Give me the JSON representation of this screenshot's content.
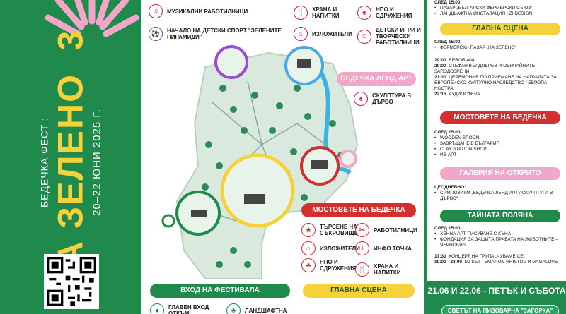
{
  "left": {
    "subtitle": "БЕДЕЧКА ФЕСТ :",
    "title": "НА ЗЕЛЕНО",
    "edition": "3",
    "dates": "20–22 ЮНИ 2025 Г."
  },
  "legend_top": [
    {
      "icon": "music-icon",
      "label": "МУЗИКАЛНИ  РАБОТИЛНИЦИ"
    },
    {
      "icon": "food-icon",
      "label": "ХРАНА И НАПИТКИ"
    },
    {
      "icon": "ngo-icon",
      "label": "НПО И СДРУЖЕНИЯ"
    },
    {
      "icon": "sport-icon",
      "label": "НАЧАЛО НА ДЕТСКИ СПОРТ \"ЗЕЛЕНИТЕ ПИРАМИДИ\""
    },
    {
      "icon": "exhibitor-icon",
      "label": "ИЗЛОЖИТЕЛИ"
    },
    {
      "icon": "kids-icon",
      "label": "ДЕТСКИ ИГРИ И ТВОРЧЕСКИ РАБОТИЛНИЦИ"
    }
  ],
  "map": {
    "landart_label": "БЕДЕЧКА ЛЕНД АРТ",
    "sculpture_label": "СКУЛПТУРА В ДЪРВО",
    "bridges_label": "МОСТОВЕТЕ НА БЕДЕЧКА",
    "bridges_items": [
      "ТЪРСЕНЕ НА СЪКРОВИЩЕ",
      "РАБОТИЛНИЦИ",
      "ИЗЛОЖИТЕЛИ",
      "ИНФО ТОЧКА",
      "НПО И СДРУЖЕНИЯ",
      "ХРАНА И НАПИТКИ"
    ]
  },
  "bottom": {
    "entrance_label": "ВХОД НА ФЕСТИВАЛА",
    "main_stage_label": "ГЛАВНА СЦЕНА",
    "entrance_item_1": "ГЛАВЕН ВХОД ОТКЪМ",
    "entrance_item_2": "ЛАНДШАФТНА"
  },
  "schedule": {
    "top_time": "СЛЕД 15:00",
    "top_items": [
      "ПАЗАР „БЪЛГАРСКИ ФЕРМЕРСКИ СЪЮЗ“",
      "ЛАНДШАФТНА ИНСТАЛАЦИЯ - ZI DESIGN"
    ],
    "main_stage": "ГЛАВНА СЦЕНА",
    "ms_after": "СЛЕД 15:00",
    "ms_items": [
      "ФЕРМЕРСКИ ПАЗАР „НА ЗЕЛЕНО“"
    ],
    "ms_times": [
      {
        "t": "19:00",
        "e": "ERROR 404"
      },
      {
        "t": "20:00",
        "e": "СТЕФАН ВЪЛДОБРЕВ И ОБИЧАЙНИТЕ ЗАПОДОЗРЕНИ"
      },
      {
        "t": "21:30",
        "e": "ЦЕРЕМОНИЯ ПО ПРИЕМАНЕ НА НАГРАДАТА ЗА ЕВРОПЕЙСКО КУЛТУРНО НАСЛЕДСТВО / ЕВРОПА НОСТРА"
      },
      {
        "t": "22:15",
        "e": "АУДИОСФЕРА"
      }
    ],
    "bridges": "МОСТОВЕТЕ НА БЕДЕЧКА",
    "br_after": "СЛЕД 15:00",
    "br_items": [
      "WOODEN SPOON",
      "ЗАВРЪЩАНЕ В БЪЛГАРИЯ",
      "CLAY STATION SHOP",
      "ИВ АРТ"
    ],
    "gallery": "ГАЛЕРИЯ НА ОТКРИТО",
    "gal_after": "ЦЕОДНЕВНО:",
    "gal_items": [
      "СИМПОЗИУМ „БЕДЕЧКА ЛЕНД АРТ / СКУЛПТУРА В ДЪРВО“"
    ],
    "secret": "ТАЙНАТА ПОЛЯНА",
    "sec_after": "СЛЕД 15:00",
    "sec_items": [
      "ХЕННА АРТ-РИСУВАНЕ С КЪНА",
      "ФОНДАЦИЯ ЗА ЗАЩИТА ПРАВАТА НА ЖИВОТНИТЕ – ЧЕРНОБЯЛ"
    ],
    "sec_times": [
      {
        "t": "17:30",
        "e": "КОНЦЕРТ НА ГРУПА „ЧУВАМЕ СЕ“"
      },
      {
        "t": "19:00 - 23:00",
        "e": "DJ SET - EMANUIL HRISTOV И GAGALOVE"
      }
    ],
    "day_band": "21.06 И 22.06 - ПЕТЪК И СЪБОТА",
    "last_pill": "СВЕТЪТ НА ПИВОВАРНА \"ЗАГОРКА\""
  },
  "colors": {
    "green": "#1f8a4c",
    "yellow": "#f6d23a",
    "red": "#d32f2f",
    "pink": "#f2a6c8",
    "purple": "#8e44ad"
  }
}
